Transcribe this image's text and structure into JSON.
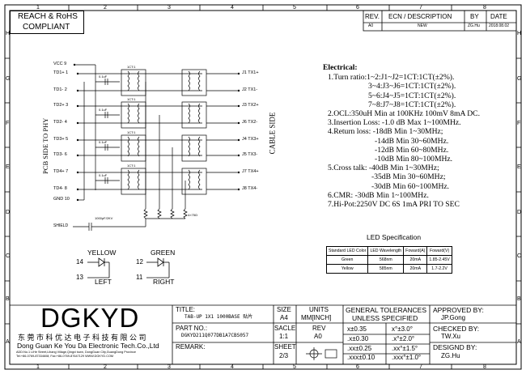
{
  "compliance": [
    "REACH & RoHS",
    "COMPLIANT"
  ],
  "grid": {
    "cols": [
      "1",
      "2",
      "3",
      "4",
      "5",
      "6",
      "7",
      "8"
    ],
    "rows": [
      "H",
      "G",
      "F",
      "E",
      "D",
      "C",
      "B",
      "A"
    ]
  },
  "revision": {
    "headers": [
      "REV.",
      "ECN / DESCRIPTION",
      "BY",
      "DATE"
    ],
    "row": [
      "A0",
      "NEW",
      "ZG.Hu",
      "2018.08.02"
    ]
  },
  "schematic": {
    "left_pins": [
      "VCC 9",
      "TD1+ 1",
      "TD1- 2",
      "TD2+ 3",
      "TD2- 4",
      "TD3+ 5",
      "TD3- 6",
      "TD4+ 7",
      "TD4- 8",
      "GND 10"
    ],
    "right_pins": [
      "J1 TX1+",
      "J2 TX1-",
      "J3 TX2+",
      "J6 TX2-",
      "J4 TX3+",
      "J5 TX3-",
      "J7 TX4+",
      "J8 TX4-"
    ],
    "cap_label": "0.1uF",
    "ratio_label": "1CT:1",
    "shield_label": "SHIELD",
    "shield_cap": "1000pF/2KV",
    "res_label": "4×75Ω",
    "pcb_side": "PCB SIDE TO PHY",
    "cable_side": "CABLE SIDE"
  },
  "leds": {
    "yellow": {
      "label": "YELLOW",
      "pin_a": "14",
      "pin_b": "13",
      "side": "LEFT"
    },
    "green": {
      "label": "GREEN",
      "pin_a": "12",
      "pin_b": "11",
      "side": "RIGHT"
    }
  },
  "electrical": {
    "title": "Electrical:",
    "lines": [
      "1.Turn ratio:1~2:J1~J2=1CT:1CT(±2%).",
      "3~4:J3~J6=1CT:1CT(±2%).",
      "5~6:J4~J5=1CT:1CT(±2%).",
      "7~8:J7~J8=1CT:1CT(±2%).",
      "2.OCL:350uH Min at 100KHz 100mV 8mA DC.",
      "3.Insertion Loss: -1.0 dB Max 1~100MHz.",
      "4.Return loss: -18dB Min 1~30MHz;",
      "-14dB Min 30~60MHz.",
      "-12dB Min 60~80MHz.",
      "-10dB Min 80~100MHz.",
      "5.Cross talk: -40dB Min 1~30MHz;",
      "-35dB Min 30~60MHz;",
      "-30dB Min 60~100MHz.",
      "6.CMR: -30dB Min 1~100MHz.",
      "7.Hi-Pot:2250V DC 6S 1mA PRI TO SEC"
    ]
  },
  "led_spec": {
    "title": "LED Specification",
    "headers": [
      "Standard LED Color",
      "LED Wavelength",
      "Foward(A)",
      "Foward(V)"
    ],
    "rows": [
      [
        "Green",
        "568nm",
        "20mA",
        "1.85-2.45V"
      ],
      [
        "Yellow",
        "585nm",
        "20mA",
        "1.7-2.2V"
      ]
    ]
  },
  "title_block": {
    "logo": "DGKYD",
    "company_cn": "东 莞 市 科 优 达 电 子 科 技 有 限 公 司",
    "company_en": "Dong Guan Ke You Da Electronic Tech.Co.,Ltd",
    "address": "ADD:No.1 LiHe Street,Lihang Village,Qingxi town, DongGuan City,GuangDong Province",
    "contact": "Tel:+86-0769-87334608; Fax:+86-0769-87647129 WWW.DGKYD.COM",
    "title_label": "TITLE:",
    "title_value": "TAB-UP 1X1 1000BASE 贴片",
    "part_label": "PART NO.:",
    "part_value": "DGKYD211Q077DB1A7CBS057",
    "remark_label": "REMARK:",
    "size_label": "SIZE",
    "size_value": "A4",
    "units_label": "UNITS",
    "units_value": "MM[INCH]",
    "scale_label": "SACLE",
    "scale_value": "1:1",
    "rev_label": "REV",
    "rev_value": "A0",
    "sheet_label": "SHEET",
    "sheet_value": "2/3",
    "tol_title1": "GENERAL TOLERANCES",
    "tol_title2": "UNLESS SPECIFIED",
    "tol": [
      [
        "x±0.35",
        "x°±3.0°"
      ],
      [
        ".x±0.30",
        ".x°±2.0°"
      ],
      [
        ".xx±0.25",
        ".xx°±1.5°"
      ],
      [
        ".xxx±0.10",
        ".xxx°±1.0°"
      ]
    ],
    "approved_label": "APPROVED BY:",
    "approved_value": "JP.Gong",
    "checked_label": "CHECKED BY:",
    "checked_value": "TW.Xu",
    "designed_label": "DESIGND BY:",
    "designed_value": "ZG.Hu"
  }
}
